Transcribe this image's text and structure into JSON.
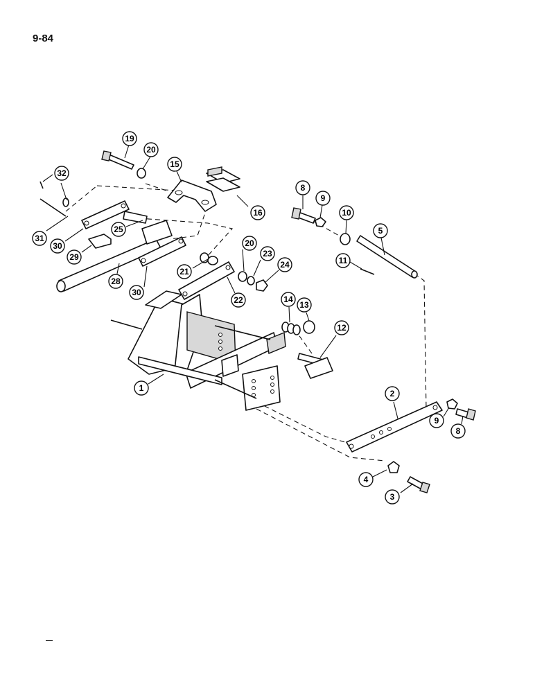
{
  "page": {
    "number": "9-84"
  },
  "callouts": [
    {
      "label": "19"
    },
    {
      "label": "20"
    },
    {
      "label": "15"
    },
    {
      "label": "32"
    },
    {
      "label": "16"
    },
    {
      "label": "8"
    },
    {
      "label": "9"
    },
    {
      "label": "10"
    },
    {
      "label": "5"
    },
    {
      "label": "31"
    },
    {
      "label": "30"
    },
    {
      "label": "25"
    },
    {
      "label": "29"
    },
    {
      "label": "20"
    },
    {
      "label": "23"
    },
    {
      "label": "11"
    },
    {
      "label": "21"
    },
    {
      "label": "24"
    },
    {
      "label": "28"
    },
    {
      "label": "30"
    },
    {
      "label": "22"
    },
    {
      "label": "14"
    },
    {
      "label": "13"
    },
    {
      "label": "12"
    },
    {
      "label": "1"
    },
    {
      "label": "2"
    },
    {
      "label": "9"
    },
    {
      "label": "8"
    },
    {
      "label": "4"
    },
    {
      "label": "3"
    }
  ]
}
